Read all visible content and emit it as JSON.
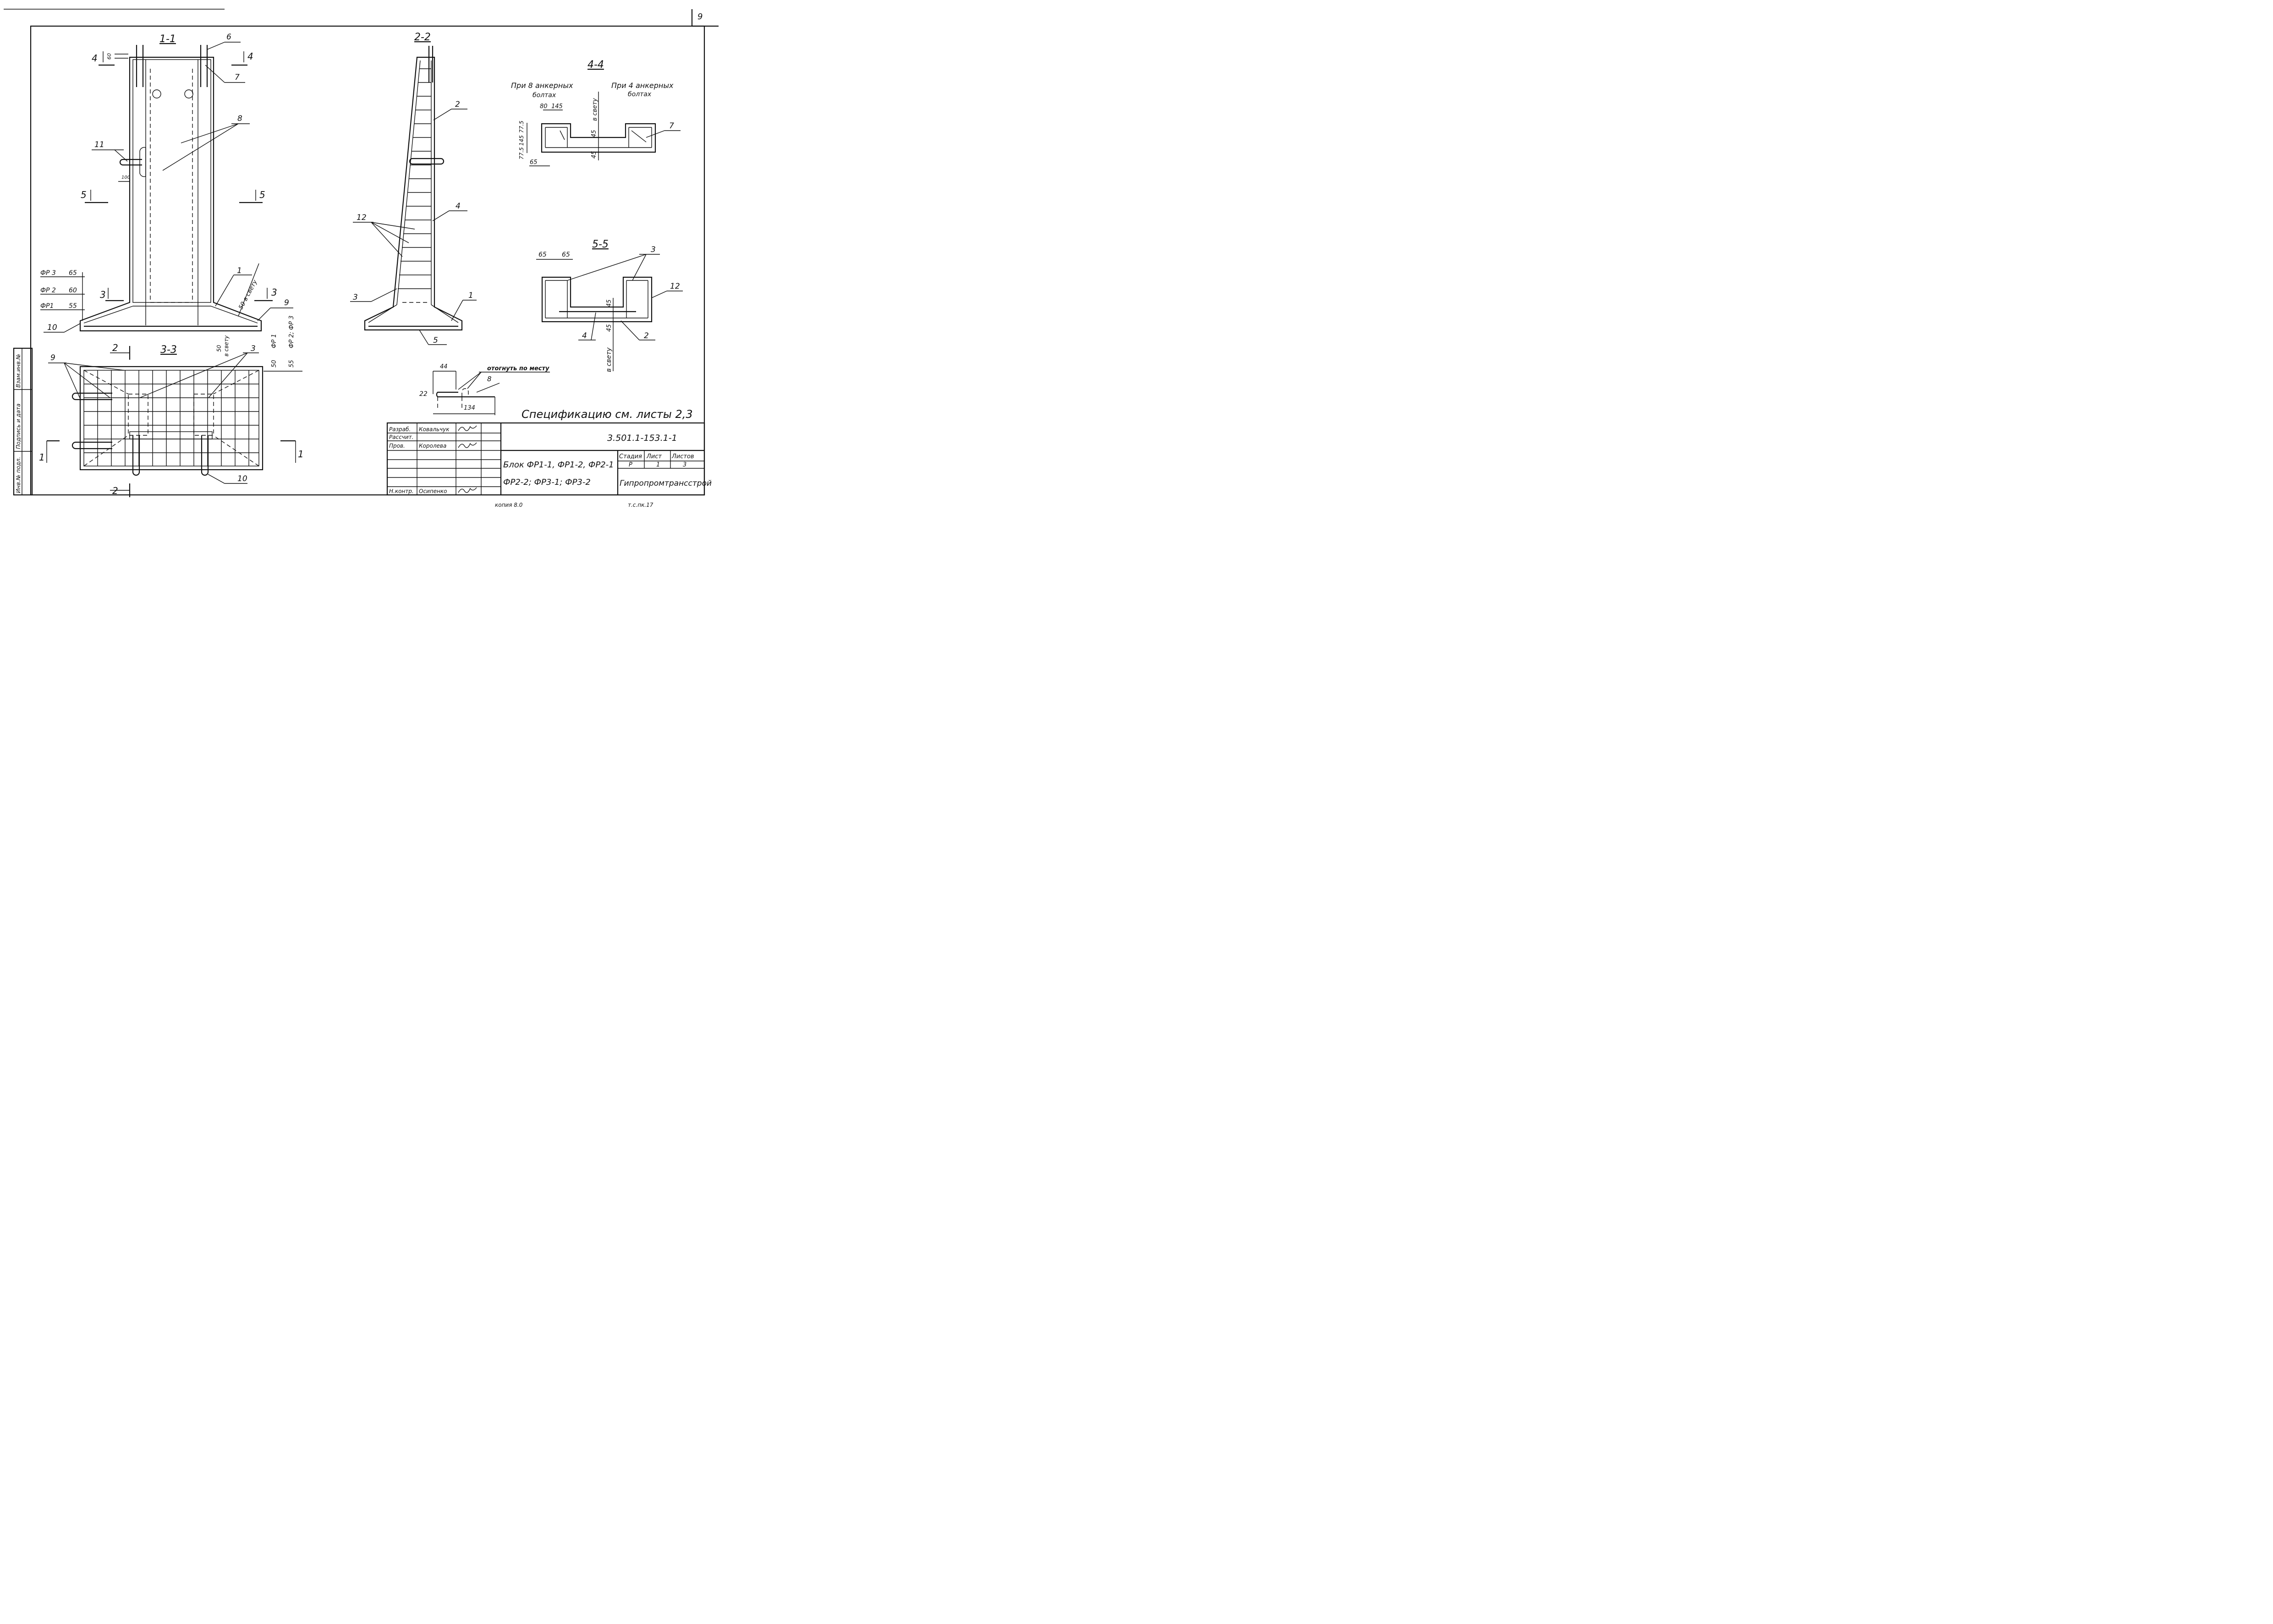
{
  "sheet": {
    "page_number": "9",
    "spec_note": "Спецификацию см. листы 2,3",
    "footer_left": "копия 8.0",
    "footer_right": "т.с.пк.17"
  },
  "sections": {
    "s11": "1-1",
    "s22": "2-2",
    "s33": "3-3",
    "s44": "4-4",
    "s55": "5-5",
    "cut4": "4",
    "cut5": "5",
    "cut3": "3",
    "cut2": "2",
    "cut1": "1"
  },
  "section44": {
    "caption_8": "При 8 анкерных болтах",
    "caption_8_line1": "При 8 анкерных",
    "caption_8_line2": "болтах",
    "caption_4_line1": "При 4 анкерных",
    "caption_4_line2": "болтах",
    "dims": [
      "80",
      "145",
      "77.5",
      "145",
      "77.5",
      "65",
      "45",
      "45"
    ],
    "clear": "в свету"
  },
  "section55": {
    "dims": [
      "65",
      "65",
      "45",
      "45"
    ],
    "clear": "в свету"
  },
  "section11": {
    "dim60": "60",
    "dim100": "100",
    "fr3": "ФР 3",
    "fr2": "ФР 2",
    "fr1": "ФР1",
    "d65": "65",
    "d60": "60",
    "d55": "55",
    "clear50": "50 в свету",
    "d50": "50",
    "clear": "в свету",
    "d50b": "50",
    "d55b": "55",
    "fr_1": "ФР 1",
    "fr_23": "ФР 2; ФР 3"
  },
  "detail8": {
    "note": "отогнуть по месту",
    "d44": "44",
    "d22": "22",
    "d134": "134",
    "pos": "8"
  },
  "positions": [
    "1",
    "2",
    "3",
    "4",
    "5",
    "6",
    "7",
    "8",
    "9",
    "10",
    "11",
    "12"
  ],
  "stamp": {
    "doc_code": "3.501.1-153.1-1",
    "title_line1": "Блок ФР1-1, ФР1-2, ФР2-1",
    "title_line2": "ФР2-2; ФР3-1; ФР3-2",
    "org": "Гипропромтрансстрой",
    "stage_h": "Стадия",
    "sheet_h": "Лист",
    "sheets_h": "Листов",
    "stage": "Р",
    "sheet": "1",
    "sheets": "3",
    "roles": [
      "Разраб.",
      "Рассчит.",
      "Пров.",
      "",
      "",
      "Н.контр."
    ],
    "names": [
      "Ковальчук",
      "",
      "Королева",
      "",
      "",
      "Осипенко"
    ]
  },
  "side_stamp": {
    "inv_podl": "Инв.№ подл.",
    "sign_date": "Подпись и дата",
    "vzam": "Взам.инв.№"
  }
}
